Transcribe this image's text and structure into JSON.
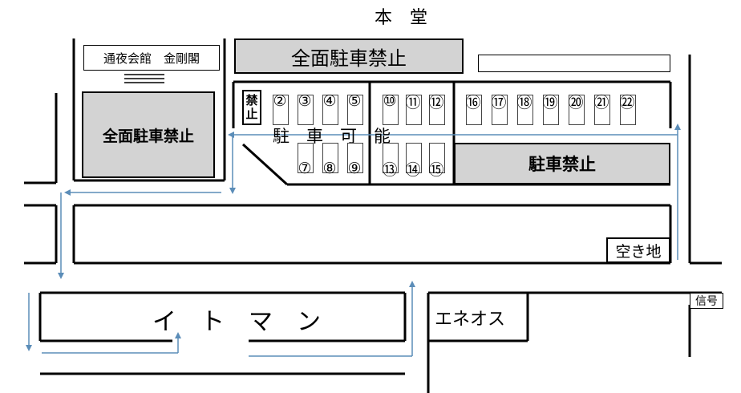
{
  "header": {
    "honden_label": "本　堂"
  },
  "buildings": {
    "hall_label": "通夜会館　金剛閣",
    "itoman_label": "イ　ト　マ　ン",
    "eneos_label": "エネオス",
    "signal_label": "信号",
    "vacant_lot_label": "空き地"
  },
  "zones": {
    "top_no_parking": "全面駐車禁止",
    "left_no_parking": "全面駐車禁止",
    "right_no_parking": "駐車禁止",
    "parking_ok": "駐　車　可　能",
    "spot_no_parking_top": "禁",
    "spot_no_parking_bottom": "止"
  },
  "spots_top": [
    "②",
    "③",
    "④",
    "⑤",
    "⑩",
    "⑪",
    "⑫",
    "⑯",
    "⑰",
    "⑱",
    "⑲",
    "⑳",
    "㉑",
    "㉒"
  ],
  "spots_bottom": [
    "⑦",
    "⑧",
    "⑨",
    "⑬",
    "⑭",
    "⑮"
  ],
  "colors": {
    "arrow": "#5b8db8",
    "no_parking_fill": "#d3d3d3",
    "line": "#000000"
  }
}
